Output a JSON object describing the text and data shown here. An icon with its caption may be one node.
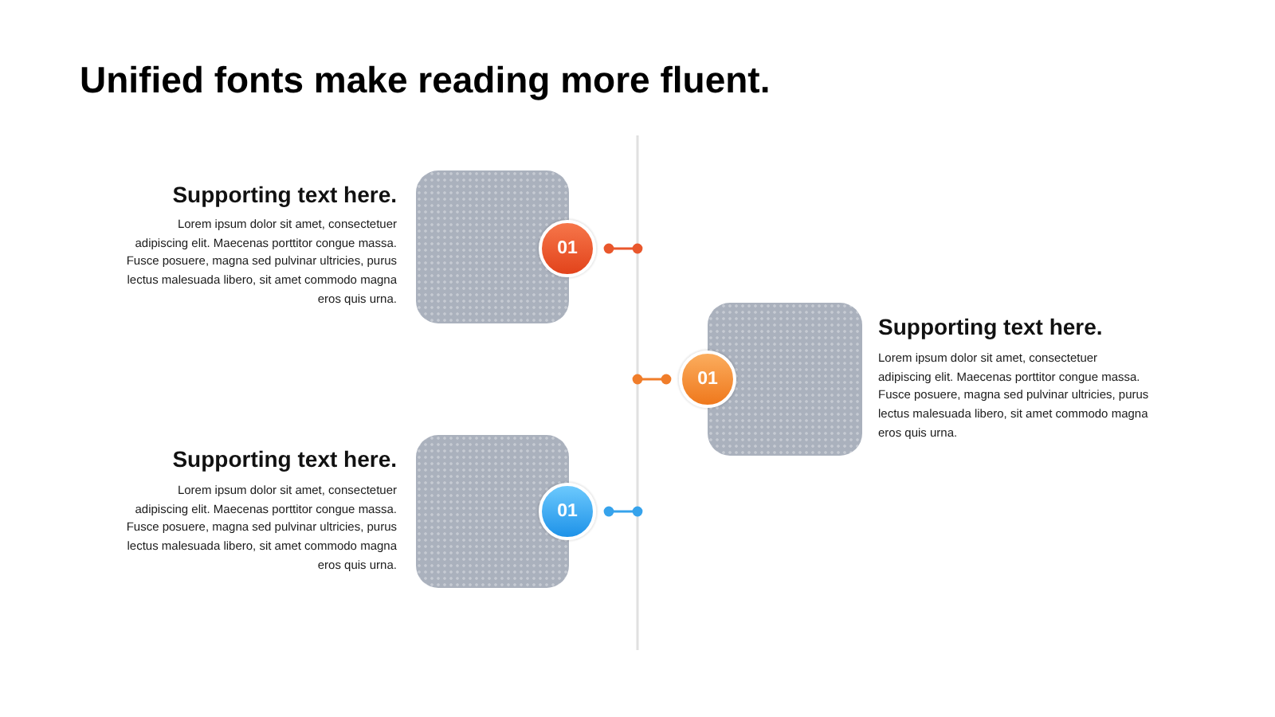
{
  "diagram": {
    "title": "Unified fonts make reading more fluent.",
    "nodes": [
      {
        "text": [],
        "shape": "box",
        "beside": [
          "Supporting text here.",
          "Lorem ipsum dolor sit amet, consectetuer adipiscing elit. Maecenas porttitor congue massa. Fusce posuere, magna sed pulvinar ultricies, purus lectus malesuada libero, sit amet commodo magna eros quis urna."
        ]
      },
      {
        "text": [
          "01"
        ]
      },
      {
        "text": [],
        "shape": "box",
        "beside": [
          "Supporting text here.",
          "Lorem ipsum dolor sit amet, consectetuer adipiscing elit. Maecenas porttitor congue massa. Fusce posuere, magna sed pulvinar ultricies, purus lectus malesuada libero, sit amet commodo magna eros quis urna."
        ]
      },
      {
        "text": [
          "01"
        ]
      },
      {
        "text": [],
        "shape": "box",
        "beside": [
          "Supporting text here.",
          "Lorem ipsum dolor sit amet, consectetuer adipiscing elit. Maecenas porttitor congue massa. Fusce posuere, magna sed pulvinar ultricies, purus lectus malesuada libero, sit amet commodo magna eros quis urna."
        ]
      },
      {
        "text": [
          "01"
        ]
      }
    ],
    "edges": [
      {
        "from": 1,
        "to": null,
        "arrow": "other",
        "color": "#e9572c"
      },
      {
        "from": 3,
        "to": null,
        "arrow": "other",
        "color": "#f07d2a"
      },
      {
        "from": 5,
        "to": null,
        "arrow": "other",
        "color": "#36a3ec"
      }
    ]
  }
}
